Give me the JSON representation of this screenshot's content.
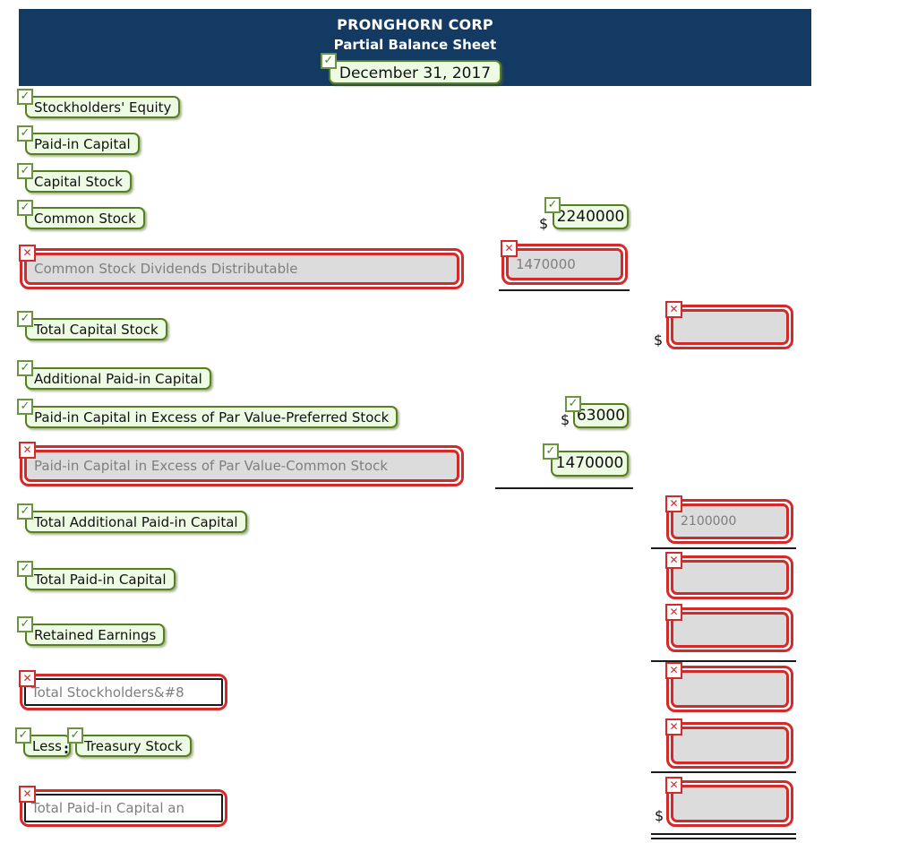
{
  "symbols": {
    "dollar": "$",
    "colon": ":",
    "check": "✓",
    "cross": "✕"
  },
  "header": {
    "company_name": "PRONGHORN CORP",
    "report_title": "Partial Balance Sheet",
    "date": "December 31, 2017"
  },
  "labels": {
    "stockholders_equity": "Stockholders' Equity",
    "paid_in_capital": "Paid-in Capital",
    "capital_stock": "Capital Stock",
    "common_stock": "Common Stock",
    "total_capital_stock": "Total Capital Stock",
    "additional_paid_in_capital": "Additional Paid-in Capital",
    "pic_excess_preferred": "Paid-in Capital in Excess of Par Value-Preferred Stock",
    "total_additional_pic": "Total Additional Paid-in Capital",
    "total_paid_in_capital": "Total Paid-in Capital",
    "retained_earnings": "Retained Earnings",
    "less": "Less",
    "treasury_stock": "Treasury Stock"
  },
  "inputs": {
    "common_stock_dividends": "Common Stock Dividends Distributable",
    "common_stock_dividends_amount": "1470000",
    "pic_excess_common": "Paid-in Capital in Excess of Par Value-Common Stock",
    "total_additional_pic_amount": "2100000",
    "total_stockholders_truncated": "Total Stockholders&#8",
    "total_pic_and_truncated": "Total Paid-in Capital an"
  },
  "values": {
    "common_stock": "2240000",
    "pic_excess_preferred": "63000",
    "pic_excess_common": "1470000"
  },
  "colors": {
    "header_bg": "#123a63",
    "correct_border": "#55801d",
    "correct_bg": "#edfbe4",
    "error_red": "#d42a2a",
    "input_bg": "#dcdcdc"
  }
}
